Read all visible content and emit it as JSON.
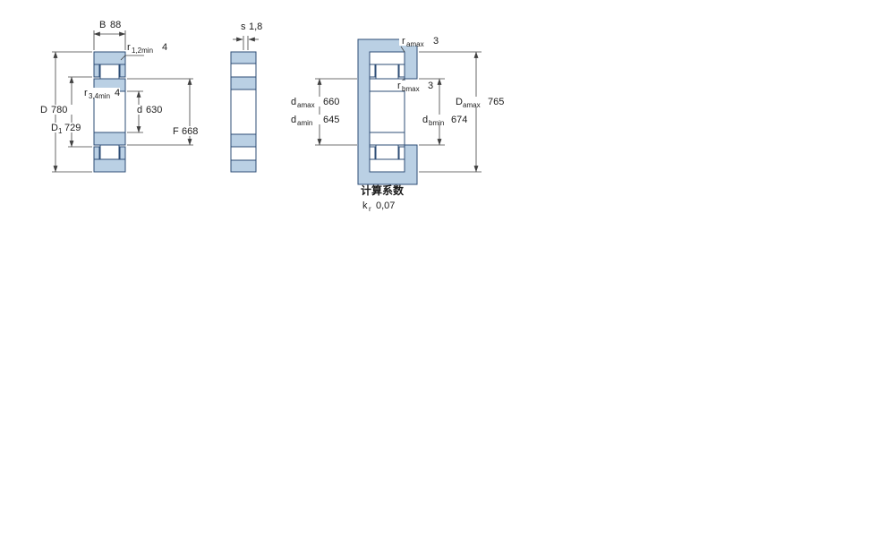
{
  "drawing": {
    "dims": {
      "B": {
        "label": "B",
        "value": "88"
      },
      "r12min": {
        "label": "r",
        "sub": "1,2min",
        "value": "4"
      },
      "r34min": {
        "label": "r",
        "sub": "3,4min",
        "value": "4"
      },
      "D": {
        "label": "D",
        "value": "780"
      },
      "D1": {
        "label": "D",
        "sub": "1",
        "value": "729"
      },
      "d": {
        "label": "d",
        "value": "630"
      },
      "F": {
        "label": "F",
        "value": "668"
      },
      "s": {
        "label": "s",
        "value": "1,8"
      }
    },
    "mounting": {
      "ramax": {
        "label": "r",
        "sub": "amax",
        "value": "3"
      },
      "rbmax": {
        "label": "r",
        "sub": "bmax",
        "value": "3"
      },
      "damax": {
        "label": "d",
        "sub": "amax",
        "value": "660"
      },
      "damin": {
        "label": "d",
        "sub": "amin",
        "value": "645"
      },
      "dbmin": {
        "label": "d",
        "sub": "bmin",
        "value": "674"
      },
      "Damax": {
        "label": "D",
        "sub": "amax",
        "value": "765"
      }
    },
    "factors": {
      "heading": "计算系数",
      "k": {
        "label": "k",
        "sub": "r",
        "value": "0,07"
      }
    },
    "colors": {
      "section_fill": "#bad0e4",
      "section_stroke": "#2d4d76",
      "dimension_line": "#404040"
    }
  }
}
